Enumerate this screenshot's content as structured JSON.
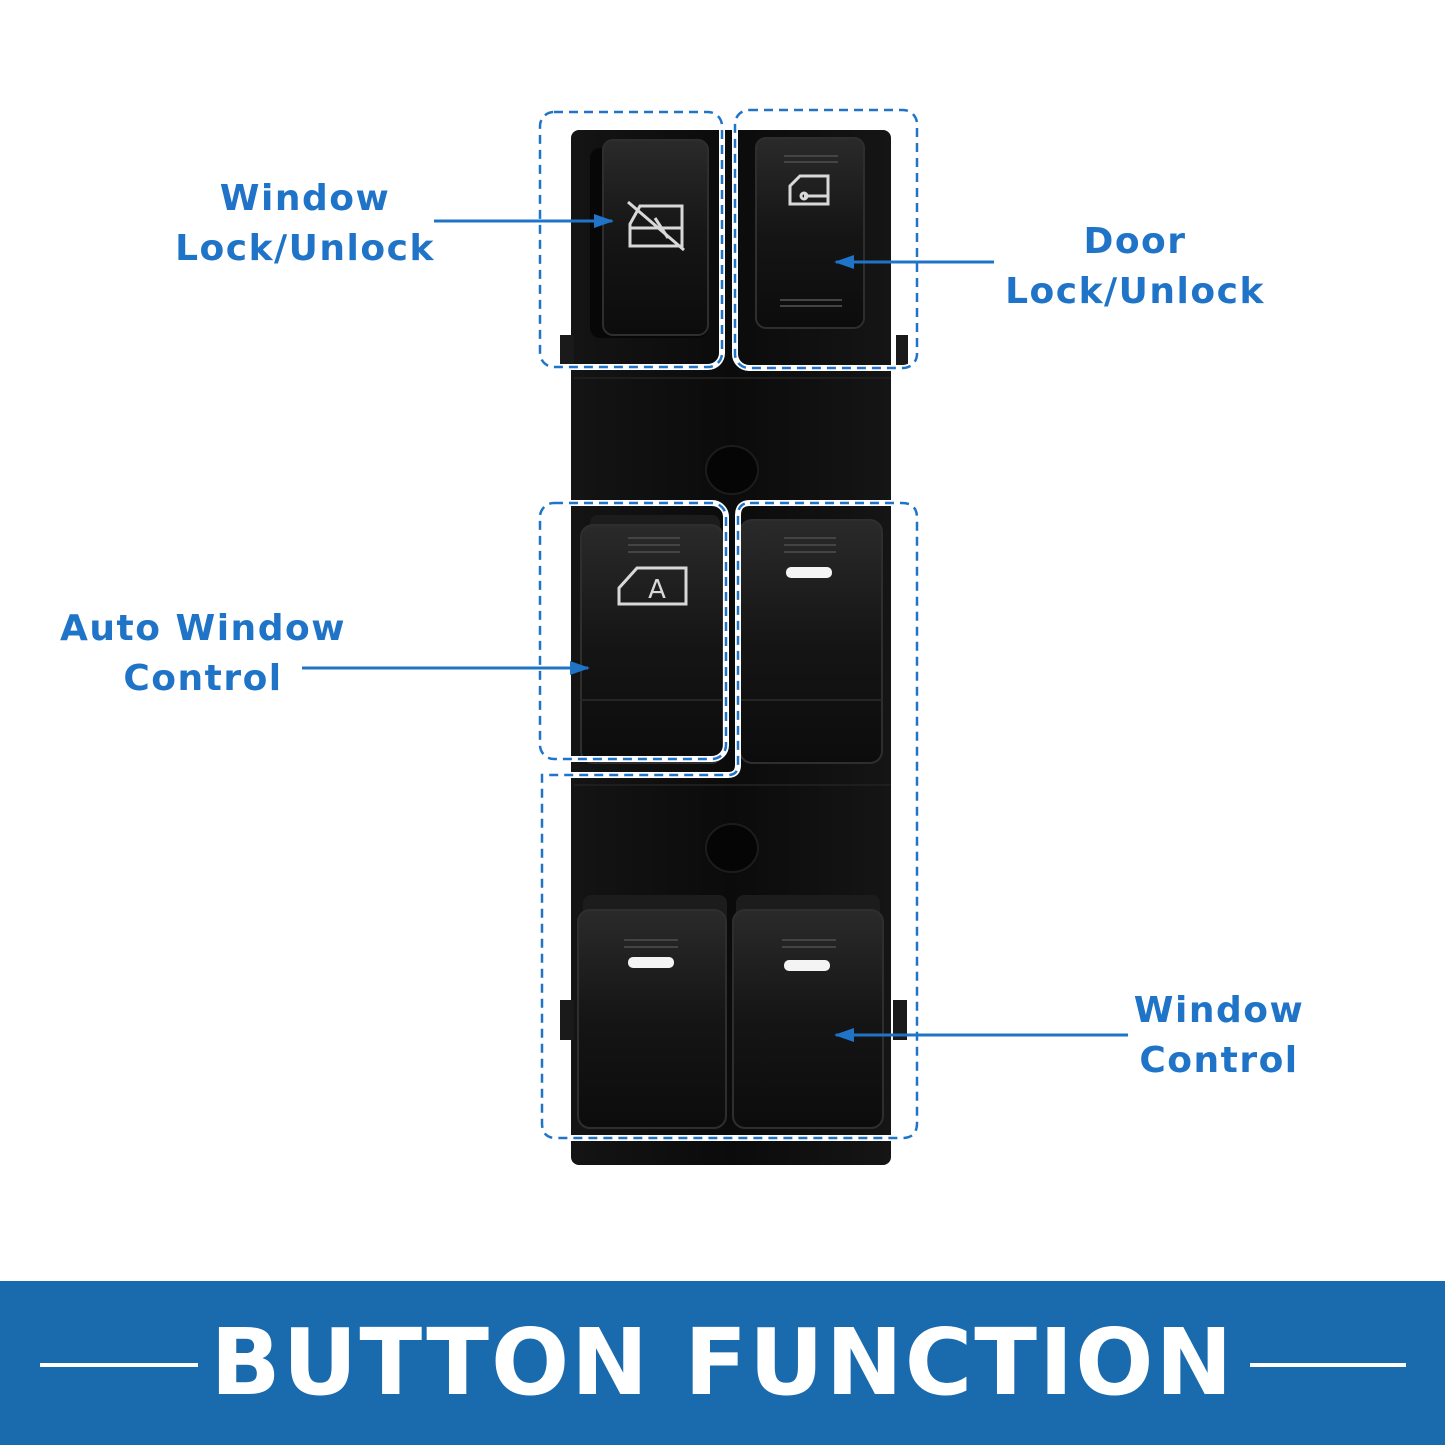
{
  "callouts": {
    "window_lock": {
      "line1": "Window",
      "line2": "Lock/Unlock"
    },
    "door_lock": {
      "line1": "Door",
      "line2": "Lock/Unlock"
    },
    "auto_window": {
      "line1": "Auto Window",
      "line2": "Control"
    },
    "window_control": {
      "line1": "Window",
      "line2": "Control"
    }
  },
  "banner": {
    "title": "BUTTON FUNCTION"
  },
  "symbols": {
    "auto_letter": "A"
  },
  "icons": [
    "window-lock-icon",
    "door-lock-icon",
    "auto-window-icon",
    "indicator-light-icon"
  ],
  "colors": {
    "accent": "#1f74c8",
    "banner": "#1a6aae",
    "panel": "#0b0b0b",
    "button": "#121212"
  }
}
